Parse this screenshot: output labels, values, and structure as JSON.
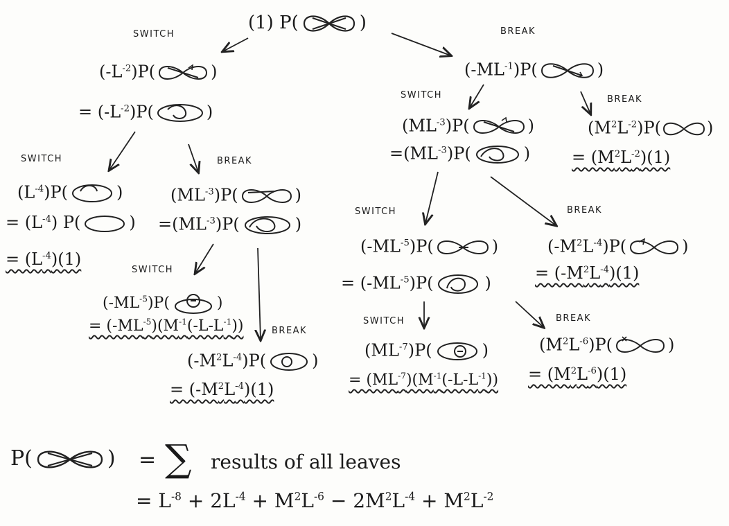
{
  "root": {
    "prefix": "(1) P(",
    "suffix": ")"
  },
  "labels": {
    "switch": "SWITCH",
    "break": "BREAK"
  },
  "nodes": {
    "A1": {
      "pre": "(-L",
      "sup": "-2",
      "post": ")P(",
      "end": ")"
    },
    "A2": {
      "pre": "= (-L",
      "sup": "-2",
      "post": ")P(",
      "end": ")"
    },
    "B1": {
      "pre": "(-ML",
      "sup": "-1",
      "post": ")P(",
      "end": ")"
    },
    "C1a": {
      "pre": "(L",
      "sup": "-4",
      "post": ")P(",
      "end": ")"
    },
    "C1b": {
      "pre": "= (L",
      "sup": "-4",
      "post": ") P(",
      "end": ")"
    },
    "C1c": {
      "pre": "= (L",
      "sup": "-4",
      "post": ")(1)"
    },
    "C2a": {
      "pre": "(ML",
      "sup": "-3",
      "post": ")P(",
      "end": ")"
    },
    "C2b": {
      "pre": "=(ML",
      "sup": "-3",
      "post": ")P(",
      "end": ")"
    },
    "D1a": {
      "pre": "(-ML",
      "sup": "-5",
      "post": ")P(",
      "end": ")"
    },
    "D1b": {
      "pre": "= (-ML",
      "sup": "-5",
      "post": ")(M",
      "sup2": "-1",
      "post2": "(-L-L",
      "sup3": "-1",
      "post3": "))"
    },
    "D2a": {
      "pre": "(-M",
      "sup": "2",
      "mid": "L",
      "sup2": "-4",
      "post": ")P(",
      "end": ")"
    },
    "D2b": {
      "pre": "= (-M",
      "sup": "2",
      "mid": "L",
      "sup2": "-4",
      "post": ")(1)"
    },
    "E1a": {
      "pre": "(ML",
      "sup": "-3",
      "post": ")P(",
      "end": ")"
    },
    "E1b": {
      "pre": "=(ML",
      "sup": "-3",
      "post": ")P(",
      "end": ")"
    },
    "E2a": {
      "pre": "(M",
      "sup": "2",
      "mid": "L",
      "sup2": "-2",
      "post": ")P(",
      "end": ")"
    },
    "E2b": {
      "pre": "= (M",
      "sup": "2",
      "mid": "L",
      "sup2": "-2",
      "post": ")(1)"
    },
    "F1a": {
      "pre": "(-ML",
      "sup": "-5",
      "post": ")P(",
      "end": ")"
    },
    "F1b": {
      "pre": "= (-ML",
      "sup": "-5",
      "post": ")P(",
      "end": ")"
    },
    "F2a": {
      "pre": "(-M",
      "sup": "2",
      "mid": "L",
      "sup2": "-4",
      "post": ")P(",
      "end": ")"
    },
    "F2b": {
      "pre": "= (-M",
      "sup": "2",
      "mid": "L",
      "sup2": "-4",
      "post": ")(1)"
    },
    "G1a": {
      "pre": "(ML",
      "sup": "-7",
      "post": ")P(",
      "end": ")"
    },
    "G1b": {
      "pre": "= (ML",
      "sup": "-7",
      "post": ")(M",
      "sup2": "-1",
      "post2": "(-L-L",
      "sup3": "-1",
      "post3": "))"
    },
    "G2a": {
      "pre": "(M",
      "sup": "2",
      "mid": "L",
      "sup2": "-6",
      "post": ")P(",
      "end": ")"
    },
    "G2b": {
      "pre": "= (M",
      "sup": "2",
      "mid": "L",
      "sup2": "-6",
      "post": ")(1)"
    }
  },
  "bottom": {
    "lhs": "P(",
    "lhs_end": ")",
    "eq": "=",
    "sum": "∑",
    "text": "results of all leaves",
    "result_eq": "=",
    "terms": [
      {
        "pre": "L",
        "sup": "-8"
      },
      {
        "pre": " + 2L",
        "sup": "-4"
      },
      {
        "pre": " + M",
        "sup": "2",
        "mid": "L",
        "sup2": "-6"
      },
      {
        "pre": " − 2M",
        "sup": "2",
        "mid": "L",
        "sup2": "-4"
      },
      {
        "pre": " + M",
        "sup": "2",
        "mid": "L",
        "sup2": "-2"
      }
    ]
  }
}
